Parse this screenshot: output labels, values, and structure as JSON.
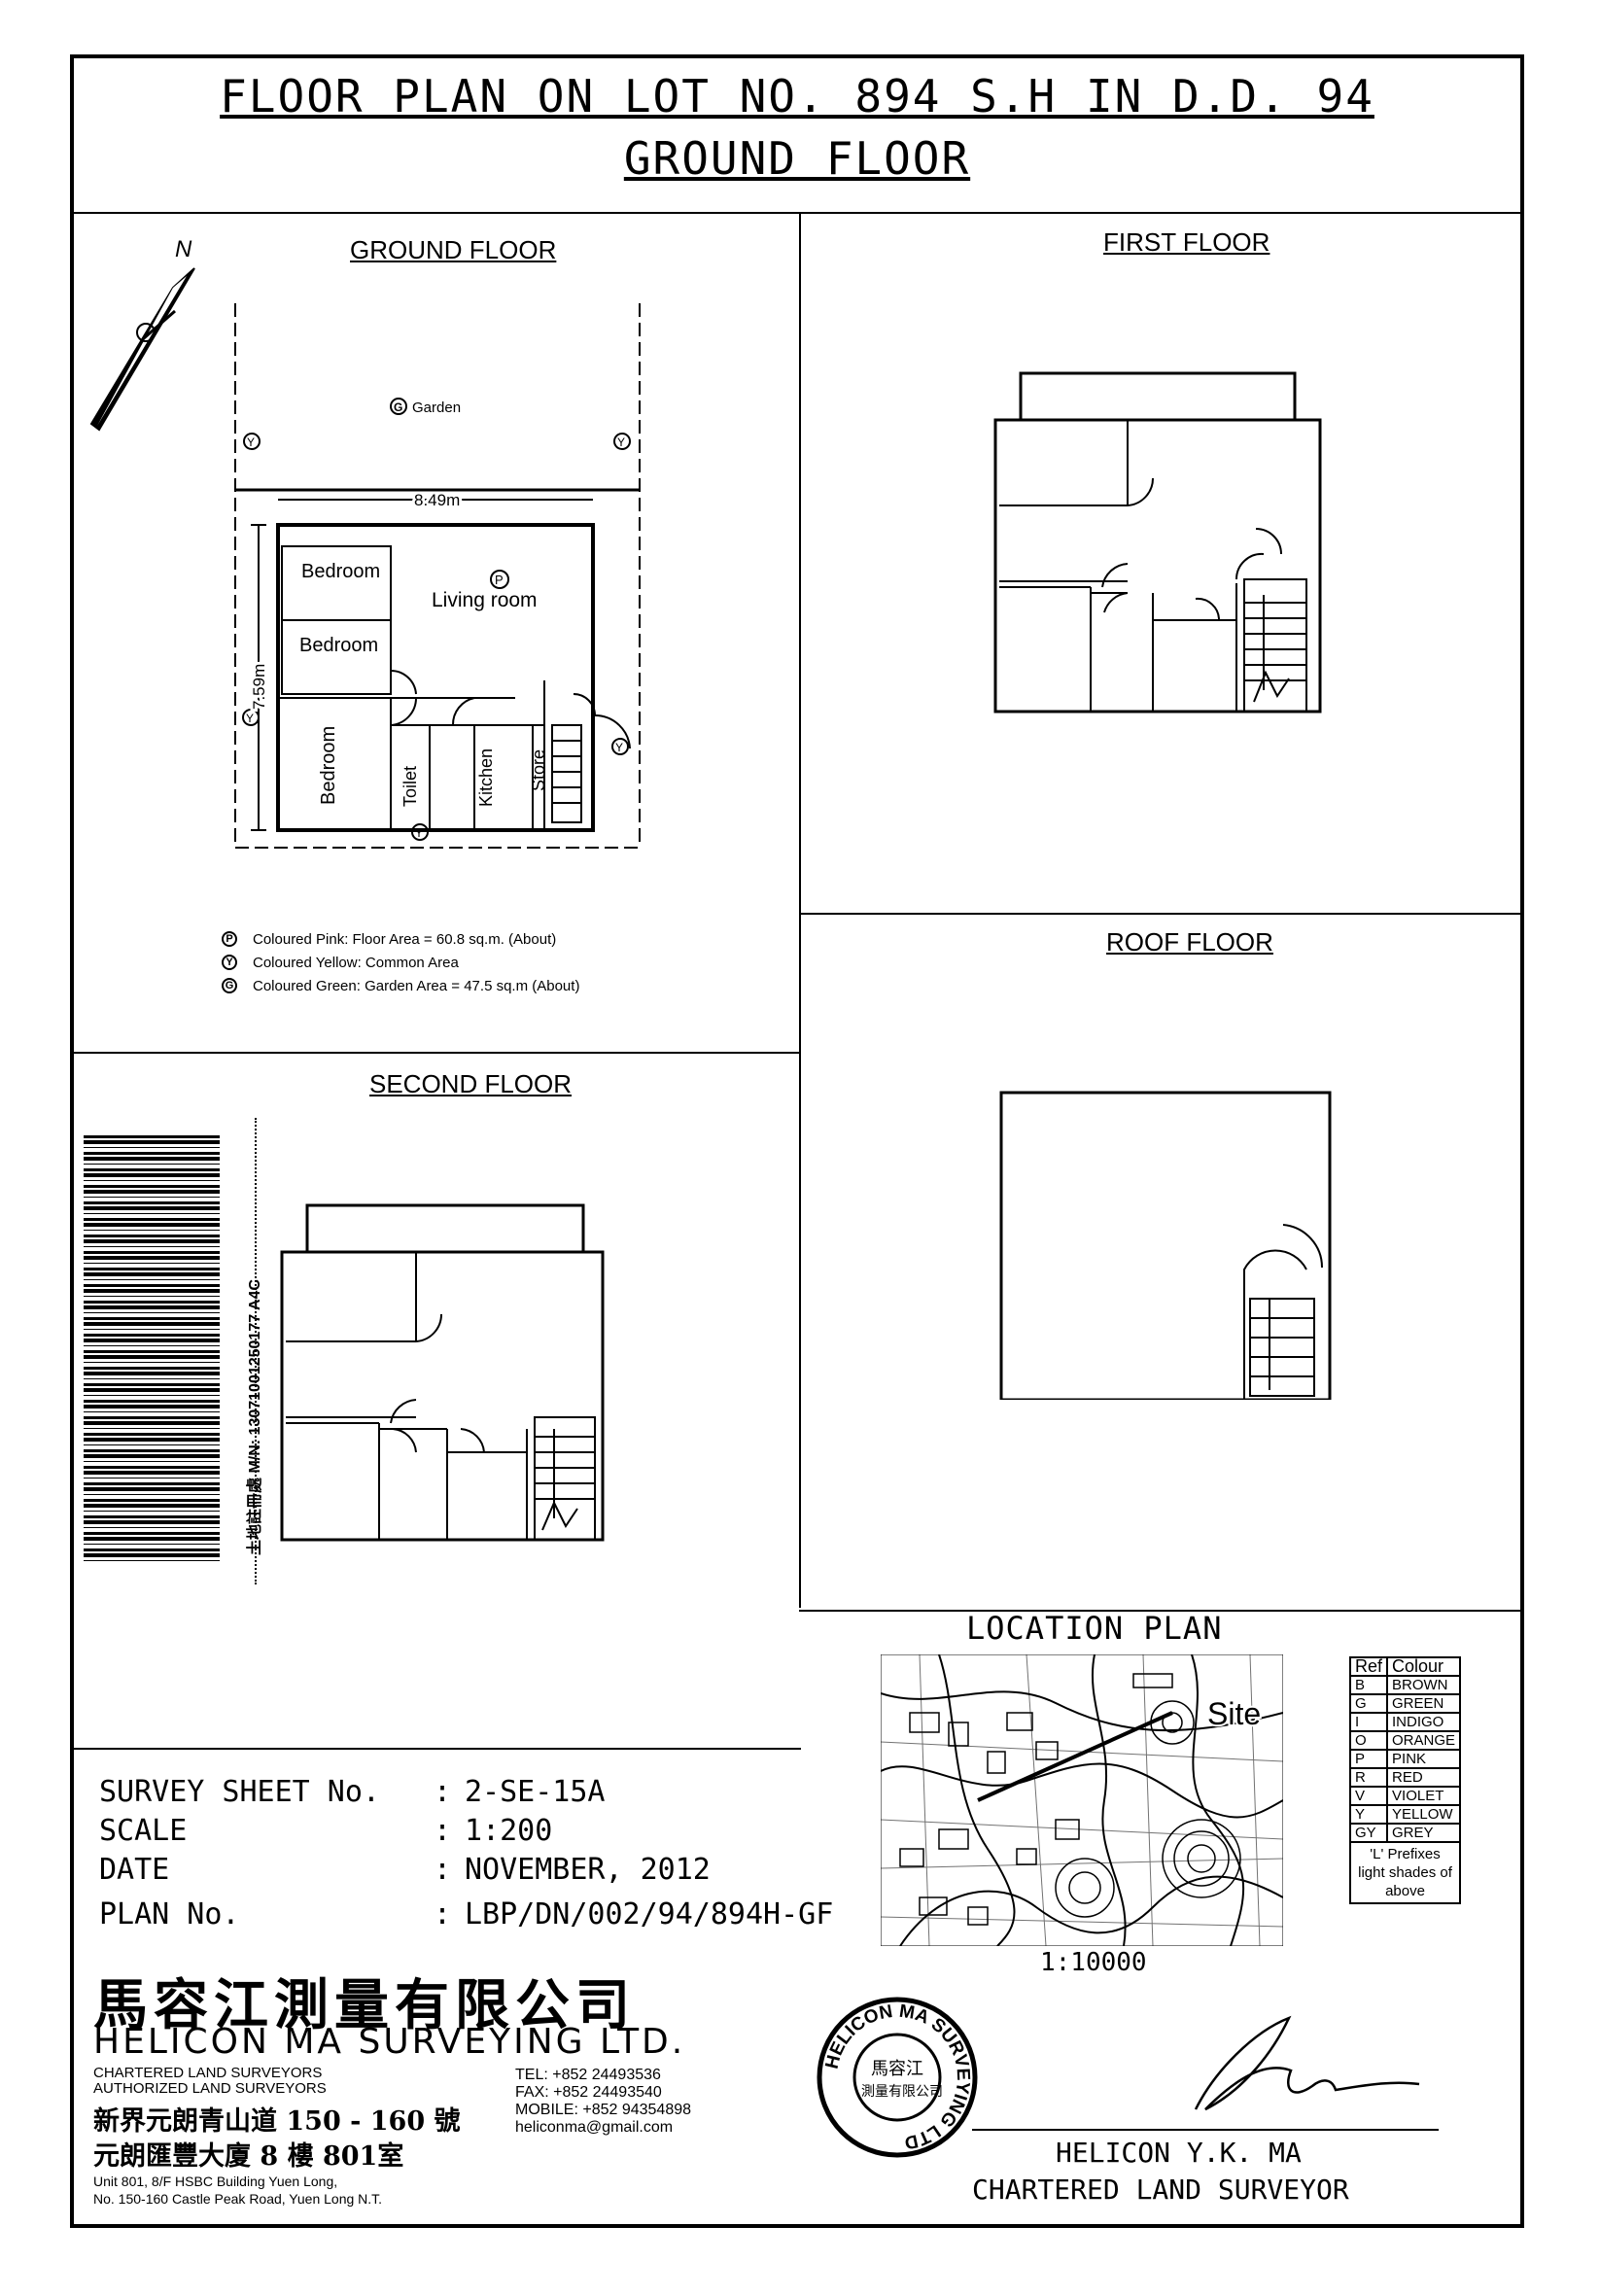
{
  "title": {
    "line1": "FLOOR PLAN ON LOT NO. 894 S.H IN D.D. 94",
    "line2": "GROUND FLOOR"
  },
  "panels": {
    "ground_floor": "GROUND FLOOR",
    "first_floor": "FIRST FLOOR",
    "second_floor": "SECOND FLOOR",
    "roof_floor": "ROOF FLOOR",
    "location_plan": "LOCATION PLAN"
  },
  "north_label": "N",
  "ground_plan": {
    "garden_label": "Garden",
    "garden_symbol": "G",
    "width_dim": "8.49m",
    "depth_dim": "7.59m",
    "pink_symbol": "P",
    "yellow_symbol": "Y",
    "rooms": {
      "bedroom1": "Bedroom",
      "bedroom2": "Bedroom",
      "bedroom3": "Bedroom",
      "living_room": "Living room",
      "toilet": "Toilet",
      "kitchen": "Kitchen",
      "store": "Store"
    }
  },
  "legend": [
    {
      "symbol": "P",
      "text": "Coloured Pink: Floor Area = 60.8 sq.m. (About)"
    },
    {
      "symbol": "Y",
      "text": "Coloured Yellow: Common Area"
    },
    {
      "symbol": "G",
      "text": "Coloured Green: Garden Area = 47.5 sq.m (About)"
    }
  ],
  "barcode_text": "土地註冊處 M/N: 13071001250177  A4C",
  "location_plan": {
    "site_label": "Site",
    "scale": "1:10000"
  },
  "colour_table": {
    "headers": [
      "Ref",
      "Colour"
    ],
    "rows": [
      [
        "B",
        "BROWN"
      ],
      [
        "G",
        "GREEN"
      ],
      [
        "I",
        "INDIGO"
      ],
      [
        "O",
        "ORANGE"
      ],
      [
        "P",
        "PINK"
      ],
      [
        "R",
        "RED"
      ],
      [
        "V",
        "VIOLET"
      ],
      [
        "Y",
        "YELLOW"
      ],
      [
        "GY",
        "GREY"
      ]
    ],
    "note": "'L' Prefixes light shades of above"
  },
  "survey": {
    "sheet_label": "SURVEY SHEET No.",
    "sheet_value": "2-SE-15A",
    "scale_label": "SCALE",
    "scale_value": "1:200",
    "date_label": "DATE",
    "date_value": "NOVEMBER, 2012",
    "plan_label": "PLAN No.",
    "plan_value": "LBP/DN/002/94/894H-GF",
    "colon": ":"
  },
  "company": {
    "name_cn": "馬容江測量有限公司",
    "name_en": "HELICON MA SURVEYING LTD.",
    "line1": "CHARTERED LAND SURVEYORS",
    "line2": "AUTHORIZED LAND SURVEYORS",
    "addr_cn1": "新界元朗青山道 150 - 160 號",
    "addr_cn2": "元朗匯豐大廈 8 樓 801室",
    "addr_en1": "Unit 801, 8/F HSBC Building Yuen Long,",
    "addr_en2": "No. 150-160 Castle Peak Road, Yuen Long N.T.",
    "tel": "TEL: +852  24493536",
    "fax": "FAX: +852  24493540",
    "mobile": "MOBILE: +852  94354898",
    "email": "heliconma@gmail.com"
  },
  "stamp": {
    "ring_text": "HELICON MA SURVEYING LTD",
    "center_line1": "馬容江",
    "center_line2": "測量有限公司"
  },
  "signature": {
    "name": "HELICON Y.K. MA",
    "title": "CHARTERED LAND SURVEYOR"
  }
}
